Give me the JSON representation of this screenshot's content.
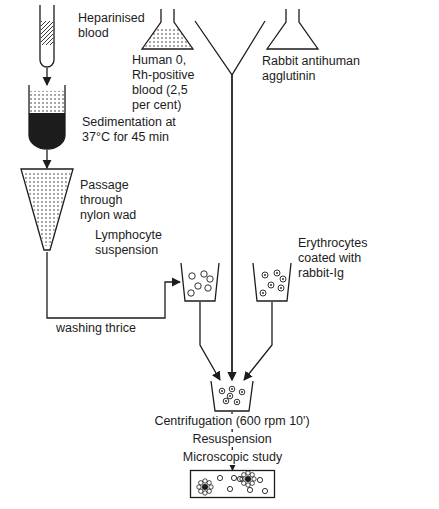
{
  "diagram": {
    "nodes": [
      {
        "text": [
          "Heparinised blood"
        ]
      },
      {
        "text": [
          "Sedimentation at 37°C for 45 min"
        ]
      },
      {
        "text": [
          "Passage through nylon wad"
        ]
      },
      {
        "text": [
          "Human 0, Rh-positive blood (2,5 per cent)"
        ]
      },
      {
        "text": [
          "Rabbit antihuman agglutinin"
        ]
      },
      {
        "text": [
          "Lymphocyte suspension"
        ]
      },
      {
        "text": [
          "Erythrocytes coated with rabbit-Ig"
        ]
      },
      {
        "text": [
          "Centrifugation (600 rpm 10')"
        ]
      },
      {
        "text": [
          "Microscopic study"
        ]
      }
    ],
    "edges": [
      {
        "from": 0,
        "to": 1,
        "arrow": "to"
      },
      {
        "from": 1,
        "to": 2,
        "arrow": "to"
      },
      {
        "from": 2,
        "to": 5,
        "arrow": "to",
        "label": "washing thrice"
      },
      {
        "from": 3,
        "to": 7,
        "arrow": "to"
      },
      {
        "from": 4,
        "to": 7,
        "arrow": "to"
      },
      {
        "from": 5,
        "to": 7,
        "arrow": "to"
      },
      {
        "from": 6,
        "to": 7,
        "arrow": "to"
      },
      {
        "from": 7,
        "to": 8,
        "arrow": "to",
        "label": "Resuspension"
      }
    ]
  }
}
